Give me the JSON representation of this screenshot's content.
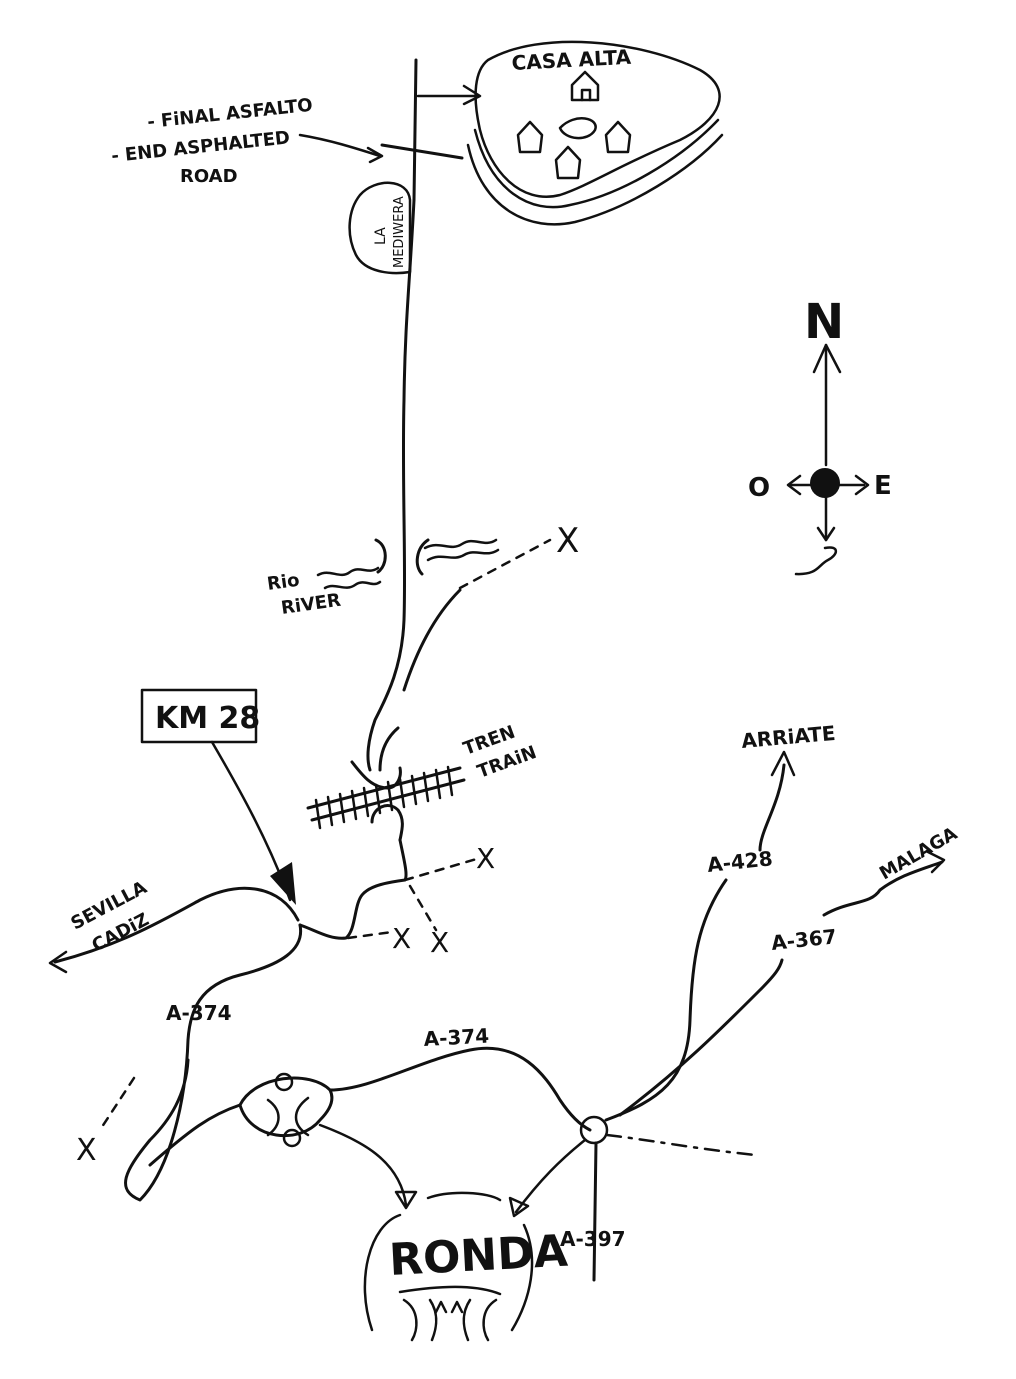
{
  "labels": {
    "casa_alta": "CASA ALTA",
    "final_asfalto": "- FiNAL ASFALTO",
    "end_asphalted": "- END ASPHALTED",
    "road": "ROAD",
    "la_mediwera_1": "LA",
    "la_mediwera_2": "MEDIWERA",
    "north": "N",
    "west": "O",
    "east": "E",
    "south": "S",
    "rio": "Rio",
    "river": "RiVER",
    "km28": "KM 28",
    "tren": "TREN",
    "train": "TRAiN",
    "sevilla": "SEVILLA",
    "cadiz": "CADiZ",
    "a374_left": "A-374",
    "a374_mid": "A-374",
    "arriate": "ARRiATE",
    "a428": "A-428",
    "malaga": "MALAGA",
    "a367": "A-367",
    "a397": "A-397",
    "ronda": "RONDA",
    "cross": "X"
  }
}
